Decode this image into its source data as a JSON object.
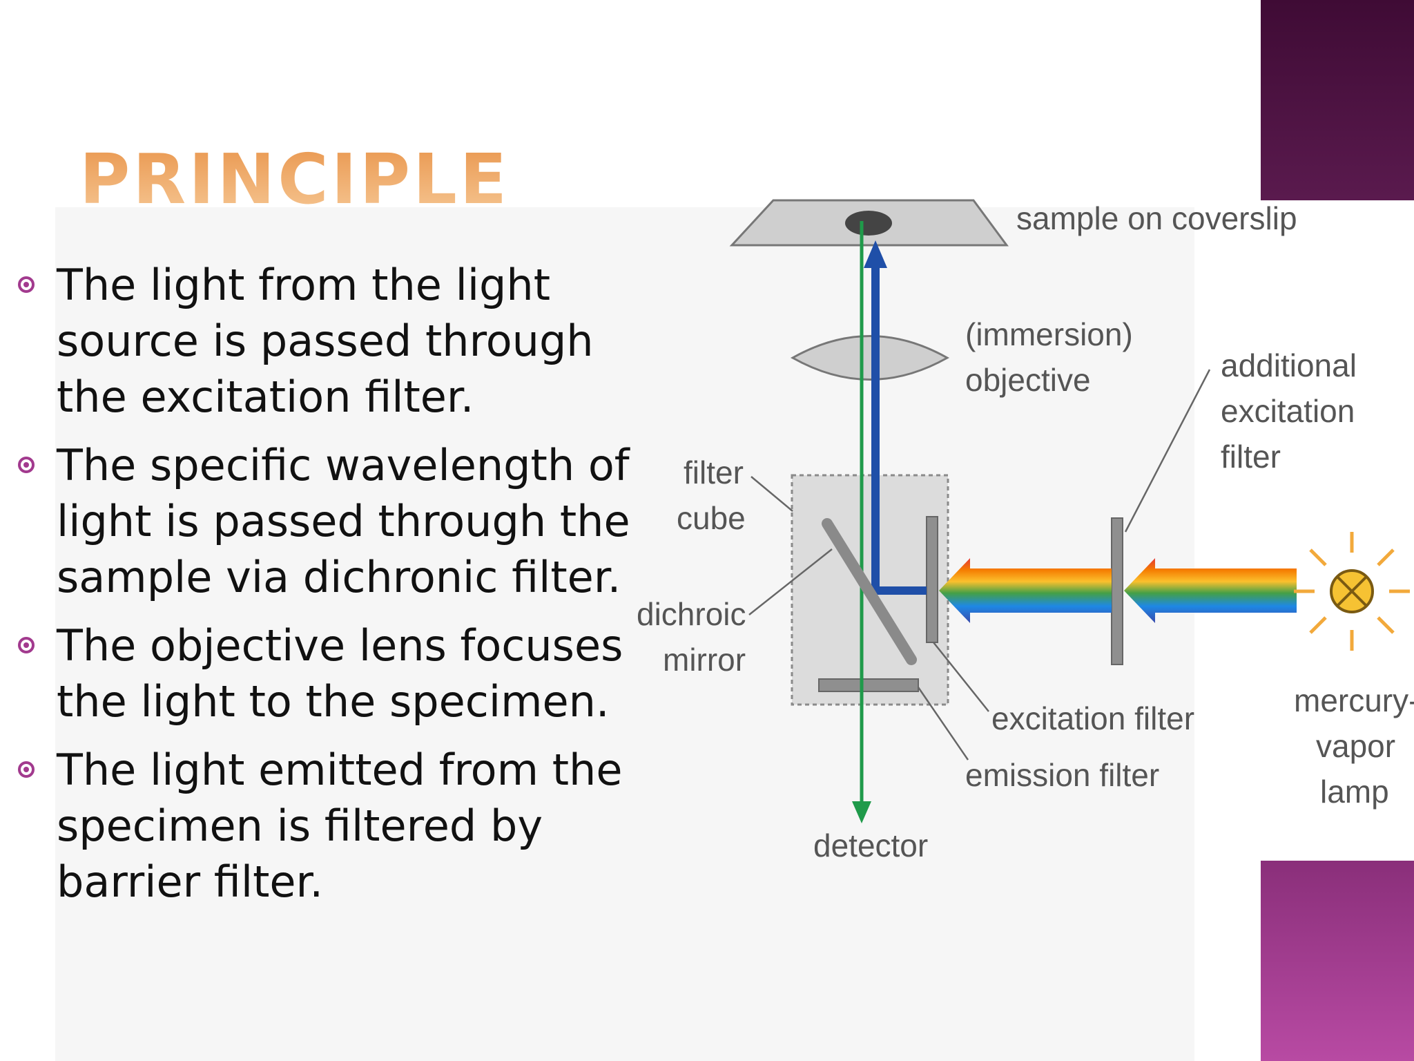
{
  "slide": {
    "title": "PRINCIPLE",
    "bullets": [
      "The light from the light source is passed through the excitation filter.",
      "The specific wavelength of light is passed through the sample via dichronic filter.",
      "The objective lens focuses the light to the specimen.",
      "The light emitted from the specimen is filtered by barrier filter."
    ]
  },
  "diagram": {
    "labels": {
      "sample": "sample on coverslip",
      "immersion": "(immersion)",
      "objective": "objective",
      "additional_1": "additional",
      "additional_2": "excitation",
      "additional_3": "filter",
      "filter_cube_1": "filter",
      "filter_cube_2": "cube",
      "dichroic_1": "dichroic",
      "dichroic_2": "mirror",
      "excitation_filter": "excitation filter",
      "emission_filter": "emission filter",
      "lamp_1": "mercury-",
      "lamp_2": "vapor",
      "lamp_3": "lamp",
      "detector": "detector"
    }
  },
  "colors": {
    "accent": "#a23a8e",
    "title_gradient_top": "#e9964d",
    "title_gradient_bottom": "#f6c794",
    "band_dark": "#4a1240",
    "band_light": "#b84aa3",
    "excitation_beam": "#1f4fa8",
    "emission_beam": "#1f9a4a"
  }
}
